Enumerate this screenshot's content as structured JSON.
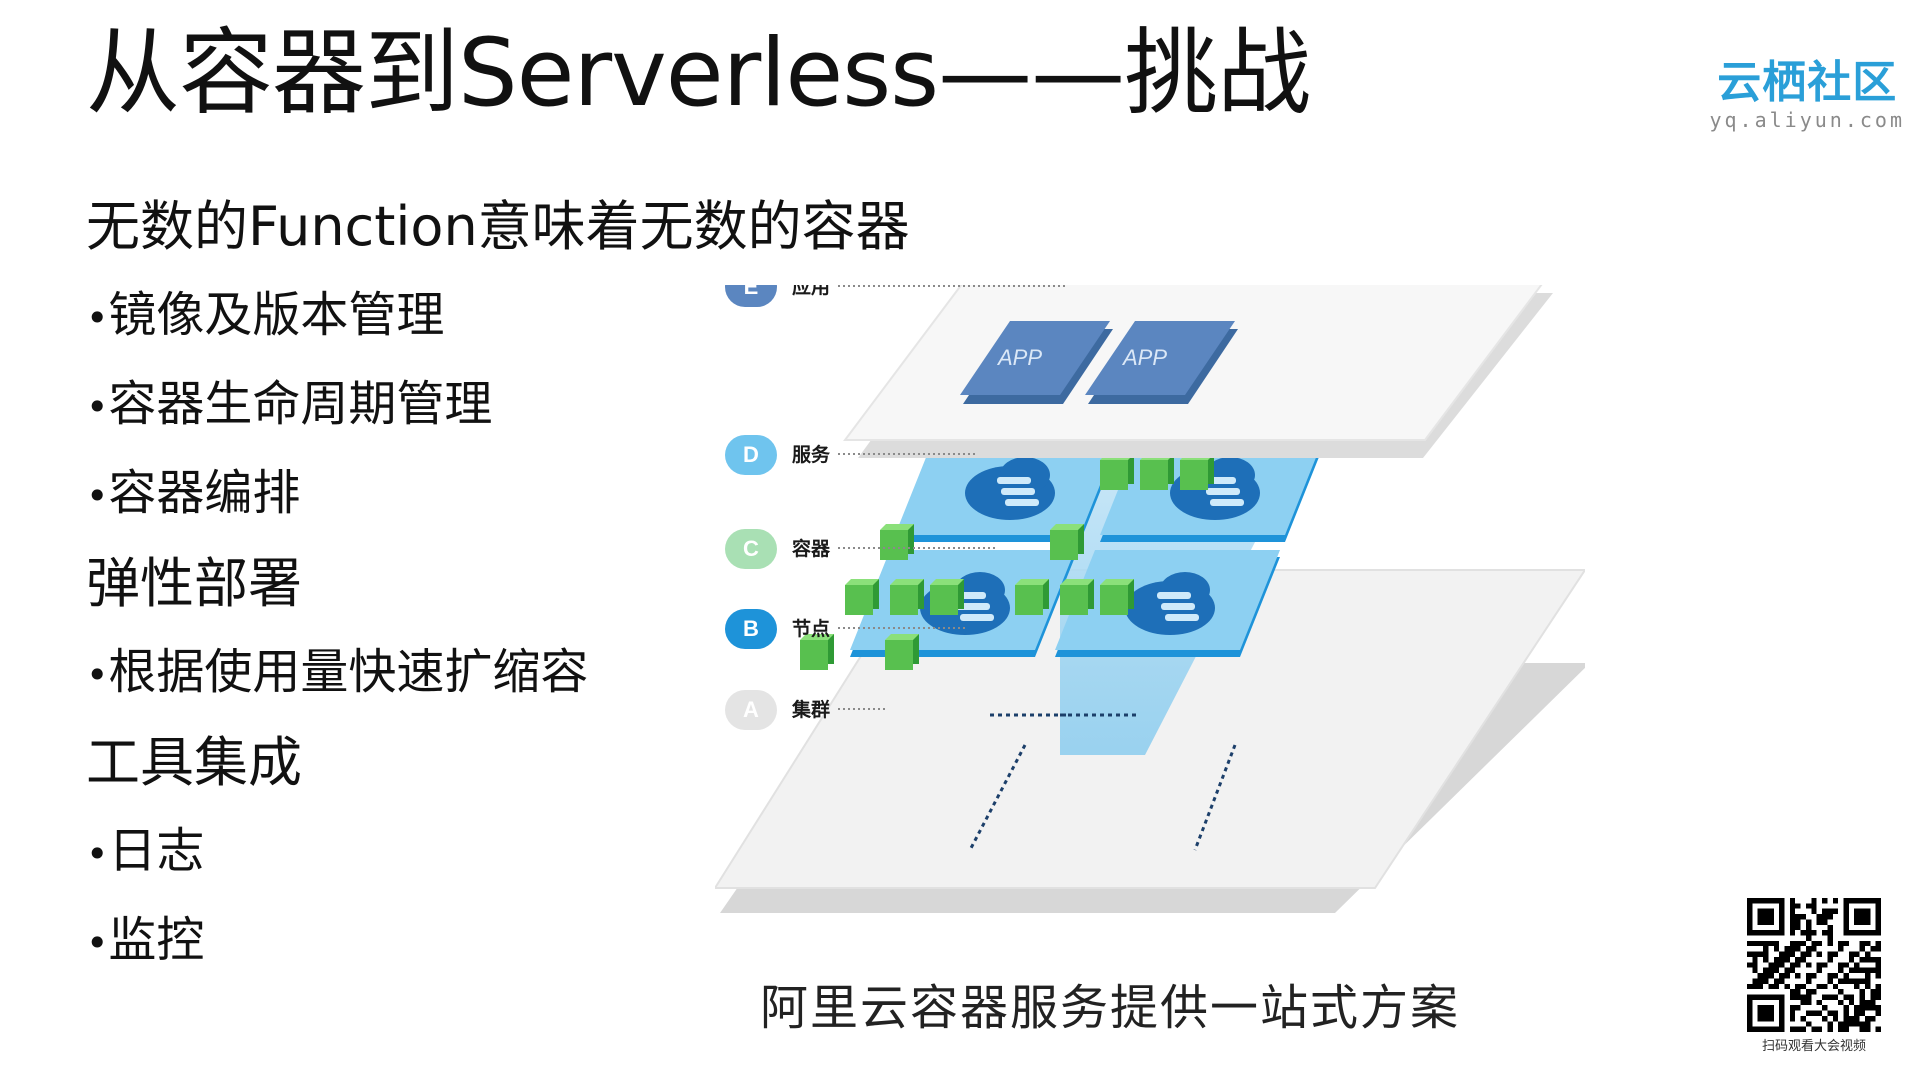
{
  "title": "从容器到Serverless——挑战",
  "logo": {
    "main": "云栖社区",
    "sub": "yq.aliyun.com"
  },
  "content": [
    {
      "text": "无数的Function意味着无数的容器",
      "kind": "heading"
    },
    {
      "text": "镜像及版本管理",
      "kind": "bullet"
    },
    {
      "text": "容器生命周期管理",
      "kind": "bullet"
    },
    {
      "text": "容器编排",
      "kind": "bullet"
    },
    {
      "text": "弹性部署",
      "kind": "heading"
    },
    {
      "text": "根据使用量快速扩缩容",
      "kind": "bullet"
    },
    {
      "text": "工具集成",
      "kind": "heading"
    },
    {
      "text": "日志",
      "kind": "bullet"
    },
    {
      "text": "监控",
      "kind": "bullet"
    }
  ],
  "diagram": {
    "layers": [
      {
        "letter": "E",
        "label": "应用",
        "color": "#5b86c0"
      },
      {
        "letter": "D",
        "label": "服务",
        "color": "#6fc4ee"
      },
      {
        "letter": "C",
        "label": "容器",
        "color": "#a9e0b4"
      },
      {
        "letter": "B",
        "label": "节点",
        "color": "#1e93d9"
      },
      {
        "letter": "A",
        "label": "集群",
        "color": "#e4e4e4"
      }
    ],
    "apps": [
      "APP",
      "APP"
    ]
  },
  "caption": "阿里云容器服务提供一站式方案",
  "qr_label": "扫码观看大会视频"
}
